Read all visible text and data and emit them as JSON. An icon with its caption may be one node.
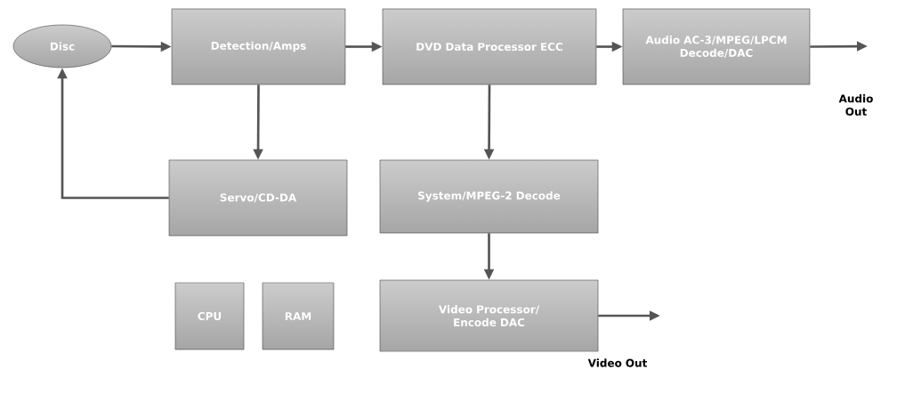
{
  "diagram": {
    "nodes": [
      {
        "text": [
          "Disc"
        ]
      },
      {
        "text": [
          "Detection/Amps"
        ]
      },
      {
        "text": [
          "DVD Data Processor ECC"
        ]
      },
      {
        "text": [
          "Audio AC-3/MPEG/LPCM Decode/DAC"
        ]
      },
      {
        "text": [
          "Servo/CD-DA"
        ]
      },
      {
        "text": [
          "System/MPEG-2 Decode"
        ]
      },
      {
        "text": [
          "CPU"
        ]
      },
      {
        "text": [
          "RAM"
        ]
      },
      {
        "text": [
          "Video Processor/ Encode DAC"
        ]
      }
    ],
    "edges": [
      {
        "from": 0,
        "to": 1,
        "arrow": "to"
      },
      {
        "from": 1,
        "to": 2,
        "arrow": "to"
      },
      {
        "from": 2,
        "to": 3,
        "arrow": "to"
      },
      {
        "from": 1,
        "to": 4,
        "arrow": "to"
      },
      {
        "from": 4,
        "to": 0,
        "arrow": "to"
      },
      {
        "from": 2,
        "to": 5,
        "arrow": "to"
      },
      {
        "from": 5,
        "to": 8,
        "arrow": "to"
      },
      {
        "from": 3,
        "to": null,
        "arrow": "to"
      },
      {
        "from": 8,
        "to": null,
        "arrow": "to"
      }
    ],
    "labels": [
      "Audio Out",
      "Video Out"
    ]
  }
}
